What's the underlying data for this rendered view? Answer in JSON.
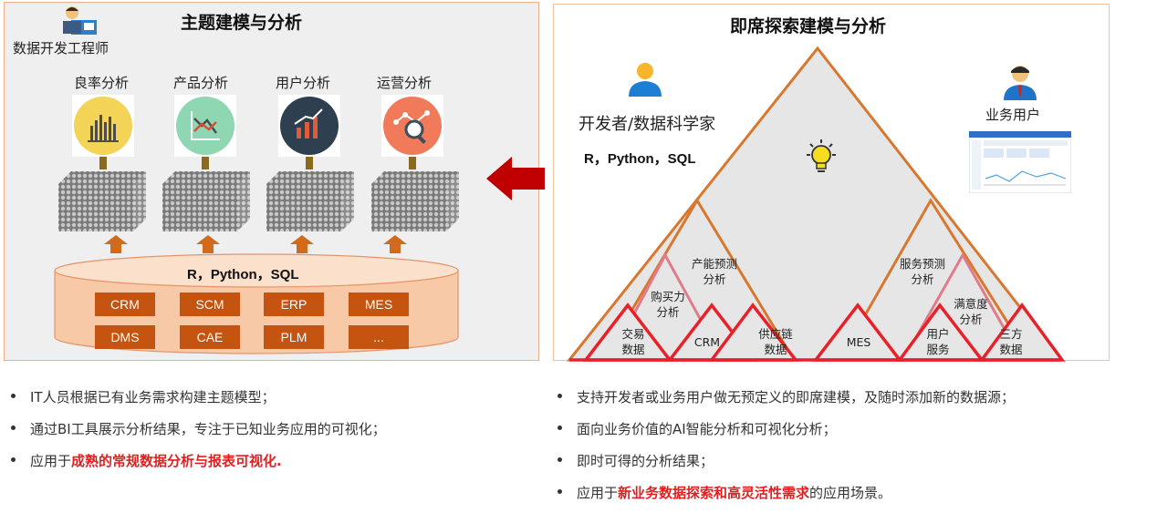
{
  "left": {
    "title": "主题建模与分析",
    "role": "数据开发工程师",
    "categories": [
      "良率分析",
      "产品分析",
      "用户分析",
      "运营分析"
    ],
    "languages": "R，Python，SQL",
    "systems_row1": [
      "CRM",
      "SCM",
      "ERP",
      "MES"
    ],
    "systems_row2": [
      "DMS",
      "CAE",
      "PLM",
      "..."
    ],
    "bullets": [
      {
        "text": "IT人员根据已有业务需求构建主题模型；",
        "highlight": "",
        "suffix": ""
      },
      {
        "text": "通过BI工具展示分析结果，专注于已知业务应用的可视化；",
        "highlight": "",
        "suffix": ""
      },
      {
        "text": "应用于",
        "highlight": "成熟的常规数据分析与报表可视化.",
        "suffix": ""
      }
    ]
  },
  "right": {
    "title": "即席探索建模与分析",
    "role_dev": "开发者/数据科学家",
    "languages": "R，Python，SQL",
    "role_biz": "业务用户",
    "triangles": {
      "capacity": "产能预测\n分析",
      "purchase": "购买力\n分析",
      "trade": "交易\n数据",
      "crm": "CRM",
      "supply": "供应链\n数据",
      "mes": "MES",
      "service": "服务预测\n分析",
      "satisfaction": "满意度\n分析",
      "user_service": "用户\n服务",
      "third_party": "三方\n数据"
    },
    "bullets": [
      {
        "text": "支持开发者或业务用户做无预定义的即席建模，及随时添加新的数据源；",
        "highlight": "",
        "suffix": ""
      },
      {
        "text": "面向业务价值的AI智能分析和可视化分析；",
        "highlight": "",
        "suffix": ""
      },
      {
        "text": "即时可得的分析结果；",
        "highlight": "",
        "suffix": ""
      },
      {
        "text": "应用于",
        "highlight": "新业务数据探索和高灵活性需求",
        "suffix": "的应用场景。"
      }
    ]
  },
  "colors": {
    "accent_orange": "#c4540f",
    "arrow_red": "#c00000",
    "tri_fill": "#e6e6e6",
    "tri_orange": "#d9772e",
    "tri_red": "#e8202a",
    "tri_pink": "#e07b8a"
  }
}
